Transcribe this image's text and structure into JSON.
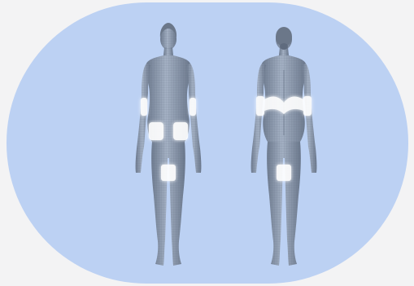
{
  "colors": {
    "page_background": "#f3f3f4",
    "pill_background": "#bcd1f3",
    "body_mesh": "#8d9bb0",
    "body_mesh_dark": "#5f6b7f",
    "highlight": "#ffffff"
  },
  "figures": [
    {
      "view": "front",
      "highlighted_areas": [
        "left-upper-arm",
        "right-upper-arm",
        "left-hip",
        "right-hip",
        "inner-thighs"
      ]
    },
    {
      "view": "back",
      "highlighted_areas": [
        "left-upper-arm",
        "right-upper-arm",
        "upper-back",
        "inner-thighs"
      ]
    }
  ]
}
